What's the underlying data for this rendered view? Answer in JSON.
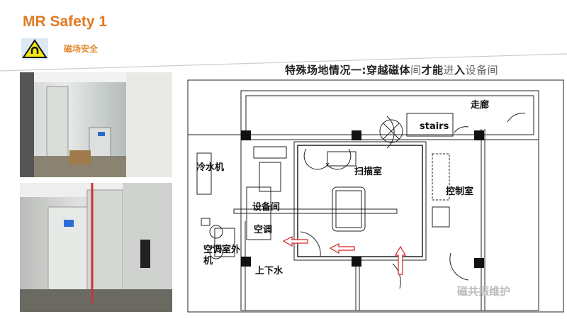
{
  "header": {
    "title": "MR Safety 1",
    "subtitle": "磁场安全",
    "icon": "magnet-warning-icon"
  },
  "slide_heading": {
    "bold_part": "特殊场地情况一:穿越磁体",
    "light1": "间",
    "mid": "才能",
    "light2": "进",
    "bold2": "入",
    "light3": "设备间"
  },
  "floor_plan": {
    "labels": {
      "corridor": "走廊",
      "stairs": "stairs",
      "chiller": "冷水机",
      "scan_room": "扫描室",
      "control_room": "控制室",
      "equipment_room": "设备间",
      "ac": "空调",
      "ac_outdoor_1": "空调室外",
      "ac_outdoor_2": "机",
      "water": "上下水"
    },
    "arrow_color": "#d62020"
  },
  "watermark": "磁共振维护"
}
